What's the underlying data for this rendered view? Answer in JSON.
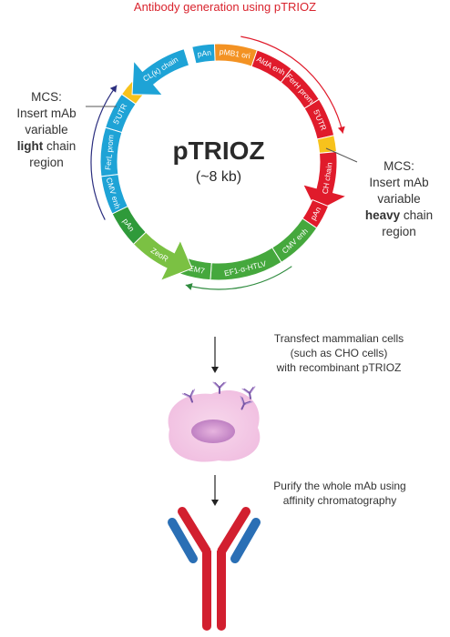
{
  "title": "Antibody generation using pTRIOZ",
  "plasmid": {
    "name": "pTRIOZ",
    "size": "(~8 kb)"
  },
  "mcs_left": {
    "line1": "MCS:",
    "line2": "Insert mAb",
    "line3": "variable",
    "bold": "light",
    "rest": " chain",
    "line5": "region"
  },
  "mcs_right": {
    "line1": "MCS:",
    "line2": "Insert mAb",
    "line3": "variable",
    "bold": "heavy",
    "rest": " chain",
    "line5": "region"
  },
  "segments": [
    {
      "label": "pAn",
      "color": "#1ea3d6"
    },
    {
      "label": "pMB1 ori",
      "color": "#f39223"
    },
    {
      "label": "AldA enh",
      "color": "#e01b2b"
    },
    {
      "label": "FerH prom",
      "color": "#e01b2b"
    },
    {
      "label": "5'UTR",
      "color": "#e01b2b"
    },
    {
      "label": "",
      "color": "#f7c21c"
    },
    {
      "label": "CH chain",
      "color": "#e01b2b"
    },
    {
      "label": "pAn",
      "color": "#e01b2b"
    },
    {
      "label": "CMV enh",
      "color": "#45a83d"
    },
    {
      "label": "EF1-α-HTLV",
      "color": "#45a83d"
    },
    {
      "label": "EM7",
      "color": "#45a83d"
    },
    {
      "label": "ZeoR",
      "color": "#7bc143"
    },
    {
      "label": "pAn",
      "color": "#2f9a3a"
    },
    {
      "label": "CMV enh",
      "color": "#1ea3d6"
    },
    {
      "label": "FerL prom",
      "color": "#1ea3d6"
    },
    {
      "label": "5'UTR",
      "color": "#1ea3d6"
    },
    {
      "label": "",
      "color": "#f7c21c"
    },
    {
      "label": "CL(κ) chain",
      "color": "#1ea3d6"
    }
  ],
  "steps": {
    "transfect": [
      "Transfect mammalian cells",
      "(such as CHO cells)",
      "with recombinant pTRIOZ"
    ],
    "purify": [
      "Purify the whole mAb using",
      "affinity chromatography"
    ]
  },
  "colors": {
    "red": "#e01b2b",
    "blue": "#1ea3d6",
    "green": "#45a83d",
    "light_green": "#7bc143",
    "orange": "#f39223",
    "yellow": "#f7c21c",
    "navy": "#2b2e7f",
    "antibody_red": "#d21f2f",
    "antibody_blue": "#2a6fb5"
  }
}
